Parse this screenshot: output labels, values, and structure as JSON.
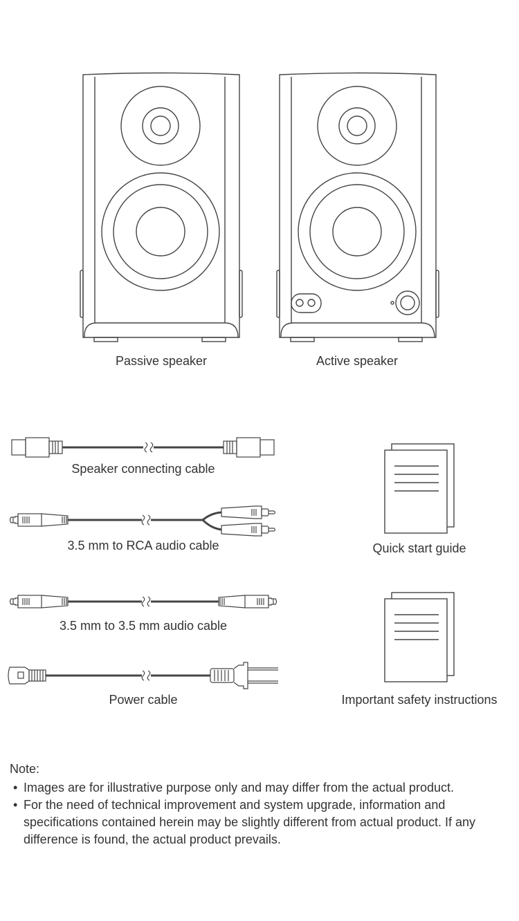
{
  "speakers": [
    {
      "label": "Passive speaker"
    },
    {
      "label": "Active speaker"
    }
  ],
  "cables": [
    {
      "label": "Speaker connecting cable"
    },
    {
      "label": "3.5 mm to RCA audio cable"
    },
    {
      "label": "3.5 mm to 3.5 mm audio cable"
    },
    {
      "label": "Power cable"
    }
  ],
  "documents": [
    {
      "label": "Quick start guide"
    },
    {
      "label": "Important safety instructions"
    }
  ],
  "note": {
    "title": "Note:",
    "items": [
      "Images are for illustrative purpose only and may differ from the actual product.",
      "For the need of technical improvement and system upgrade, information and specifications contained herein may be slightly different from actual product. If any difference is found, the actual product prevails."
    ]
  }
}
